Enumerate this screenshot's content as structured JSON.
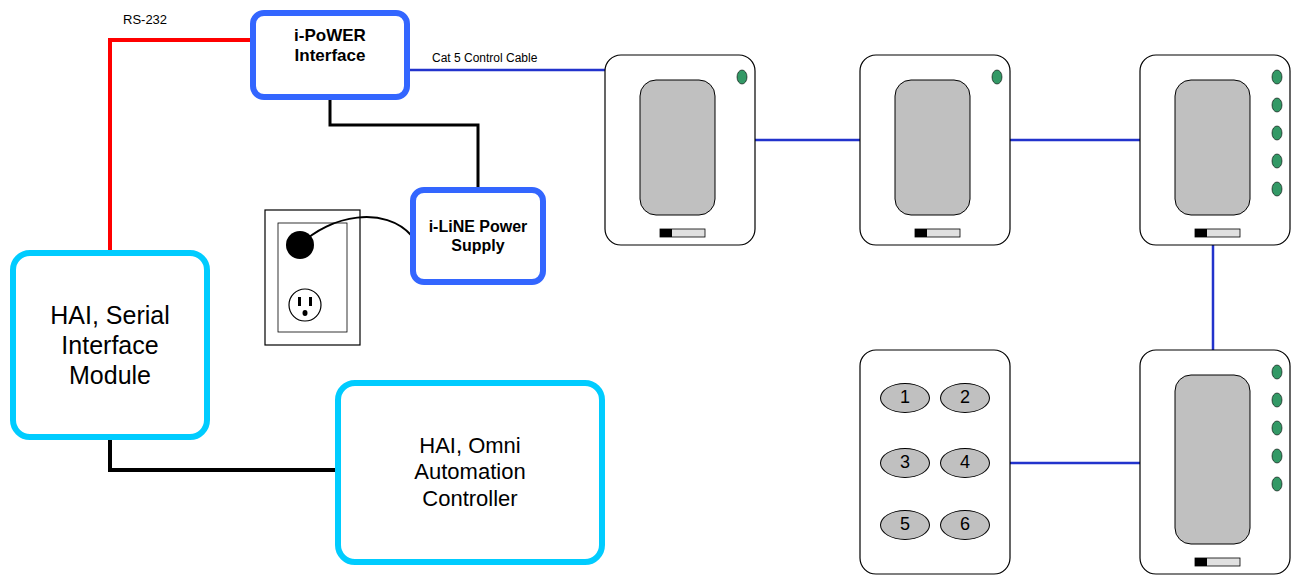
{
  "diagram": {
    "nodes": [
      {
        "text": [
          "i-PoWER Interface"
        ]
      },
      {
        "text": [
          "i-LiNE Power Supply"
        ]
      },
      {
        "text": [
          "HAI, Serial Interface Module"
        ]
      },
      {
        "text": [
          "HAI, Omni Automation Controller"
        ]
      },
      {
        "text": [
          "1"
        ]
      },
      {
        "text": [
          "2"
        ]
      },
      {
        "text": [
          "3"
        ]
      },
      {
        "text": [
          "4"
        ]
      },
      {
        "text": [
          "5"
        ]
      },
      {
        "text": [
          "6"
        ]
      }
    ],
    "edges": [
      {
        "from": 0,
        "to": 2,
        "arrow": "none",
        "label": "RS-232"
      },
      {
        "from": 0,
        "to": 1,
        "arrow": "none"
      },
      {
        "from": 2,
        "to": 3,
        "arrow": "none"
      }
    ],
    "labels": [
      "Cat 5 Control Cable"
    ]
  }
}
